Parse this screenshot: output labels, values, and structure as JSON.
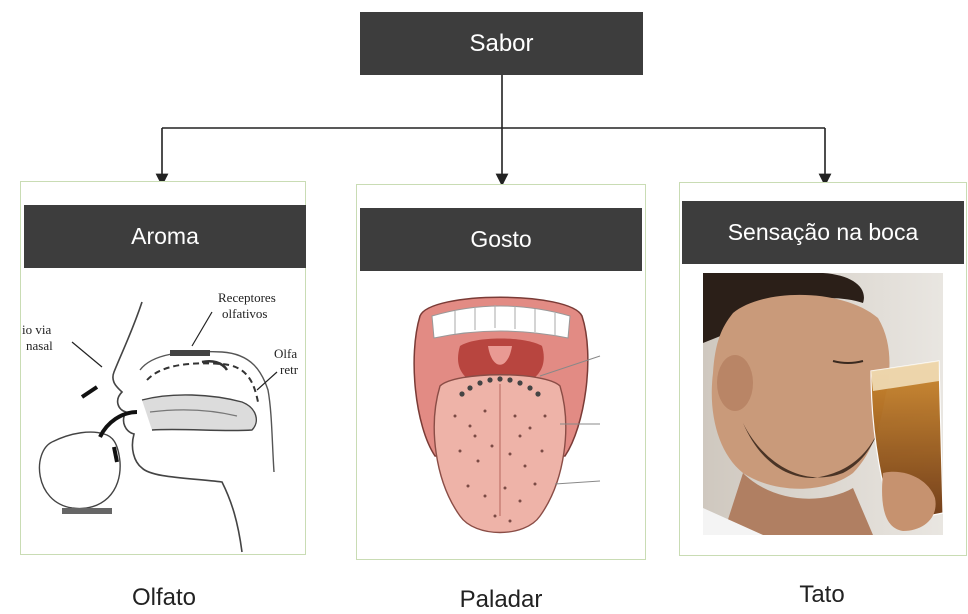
{
  "root": {
    "label": "Sabor"
  },
  "branches": [
    {
      "header": "Aroma",
      "caption": "Olfato",
      "illustration_labels": {
        "receptors": "Receptores\nolfativos",
        "nasal_left_1": "io  via",
        "nasal_left_2": "nasal",
        "right_1": "Olfa",
        "right_2": "retr"
      }
    },
    {
      "header": "Gosto",
      "caption": "Paladar"
    },
    {
      "header": "Sensação na boca",
      "caption": "Tato"
    }
  ],
  "colors": {
    "header_bg": "#3d3d3d",
    "panel_border": "#c9dcb4",
    "connector": "#222222"
  }
}
